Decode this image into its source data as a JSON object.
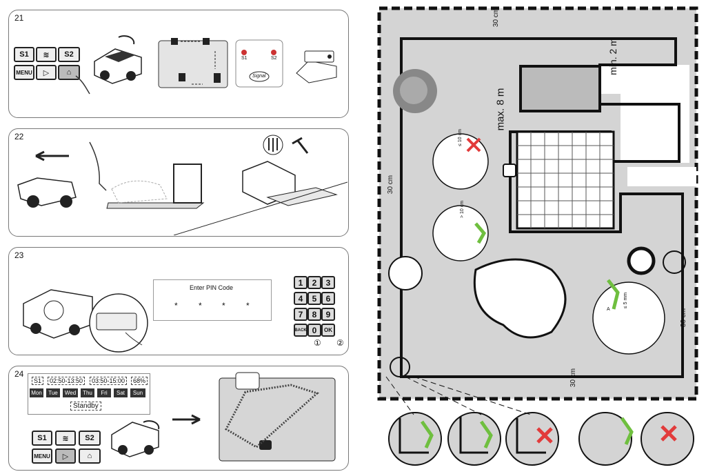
{
  "steps": {
    "s21": {
      "number": "21",
      "buttons": [
        "S1",
        "≋",
        "S2",
        "MENU",
        "▷",
        "⌂"
      ],
      "signal_labels": [
        "S1",
        "S2"
      ],
      "signal_text": "Signal"
    },
    "s22": {
      "number": "22"
    },
    "s23": {
      "number": "23",
      "pin_title": "Enter PIN Code",
      "pin_mask": [
        "*",
        "*",
        "*",
        "*"
      ],
      "keypad": [
        "1",
        "2",
        "3",
        "4",
        "5",
        "6",
        "7",
        "8",
        "9",
        "BACK",
        "0",
        "OK"
      ],
      "callouts": [
        "①",
        "②"
      ]
    },
    "s24": {
      "number": "24",
      "schedule": {
        "zone": "S1",
        "slot1": "02:50-13:50",
        "slot2": "03:50-15:00",
        "battery": "68%",
        "days": [
          "Mon",
          "Tue",
          "Wed",
          "Thu",
          "Fri",
          "Sat",
          "Sun"
        ],
        "status": "Standby"
      },
      "buttons": [
        "S1",
        "≋",
        "S2",
        "MENU",
        "▷",
        "⌂"
      ]
    }
  },
  "layout_diagram": {
    "dimensions": [
      "30 cm",
      "min. 2 m",
      "max. 8 m",
      "30 cm",
      "30 cm",
      "30 cm"
    ],
    "peg_labels": [
      "≤ 10 cm",
      "> 10 cm",
      "≤ 5 mm",
      "A"
    ]
  },
  "colors": {
    "lawn": "#d4d4d4",
    "wire": "#111111",
    "arrow": "#e0622a",
    "ok": "#6fbf3f",
    "bad": "#e23b3b"
  }
}
